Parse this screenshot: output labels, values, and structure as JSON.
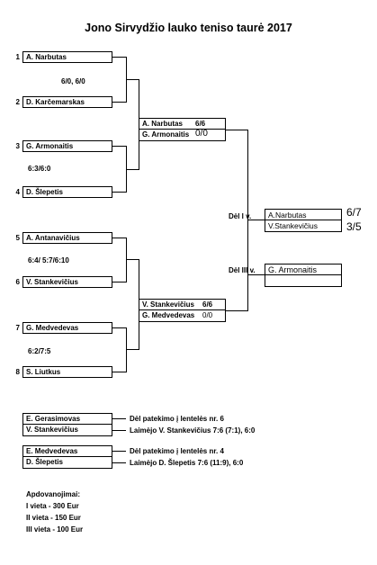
{
  "title": "Jono Sirvydžio lauko teniso taurė 2017",
  "round1": [
    {
      "seed": "1",
      "name": "A. Narbutas"
    },
    {
      "seed": "2",
      "name": "D. Karčemarskas"
    },
    {
      "seed": "3",
      "name": "G. Armonaitis"
    },
    {
      "seed": "4",
      "name": "D. Šlepetis"
    },
    {
      "seed": "5",
      "name": "A. Antanavičius"
    },
    {
      "seed": "6",
      "name": "V. Stankevičius"
    },
    {
      "seed": "7",
      "name": "G. Medvedevas"
    },
    {
      "seed": "8",
      "name": "S. Liutkus"
    }
  ],
  "round1_scores": [
    "6/0, 6/0",
    "6:3/6:0",
    "6:4/ 5:7/6:10",
    "6:2/7:5"
  ],
  "semis": [
    {
      "top": "A. Narbutas",
      "top_score": "6/6",
      "bottom": "G. Armonaitis",
      "bottom_score": "0/0"
    },
    {
      "top": "V. Stankevičius",
      "top_score": "6/6",
      "bottom": "G. Medvedevas",
      "bottom_score": "0/0"
    }
  ],
  "final": {
    "label": "Dėl I v.",
    "top": "A.Narbutas",
    "top_score": "6/7",
    "bottom": "V.Stankevičius",
    "bottom_score": "3/5"
  },
  "third": {
    "label": "Dėl III v.",
    "name": "G. Armonaitis"
  },
  "extra_matches": [
    {
      "p1": "E. Gerasimovas",
      "p2": "V. Stankevičius",
      "info": "Dėl patekimo į lentelės nr. 6",
      "result": "Laimėjo V. Stankevičius 7:6 (7:1), 6:0"
    },
    {
      "p1": "E. Medvedevas",
      "p2": "D. Šlepetis",
      "info": "Dėl patekimo į lentelės nr. 4",
      "result": "Laimėjo D. Šlepetis 7:6 (11:9), 6:0"
    }
  ],
  "awards": {
    "heading": "Apdovanojimai:",
    "items": [
      "I vieta - 300 Eur",
      "II vieta - 150 Eur",
      "III vieta - 100 Eur"
    ]
  }
}
